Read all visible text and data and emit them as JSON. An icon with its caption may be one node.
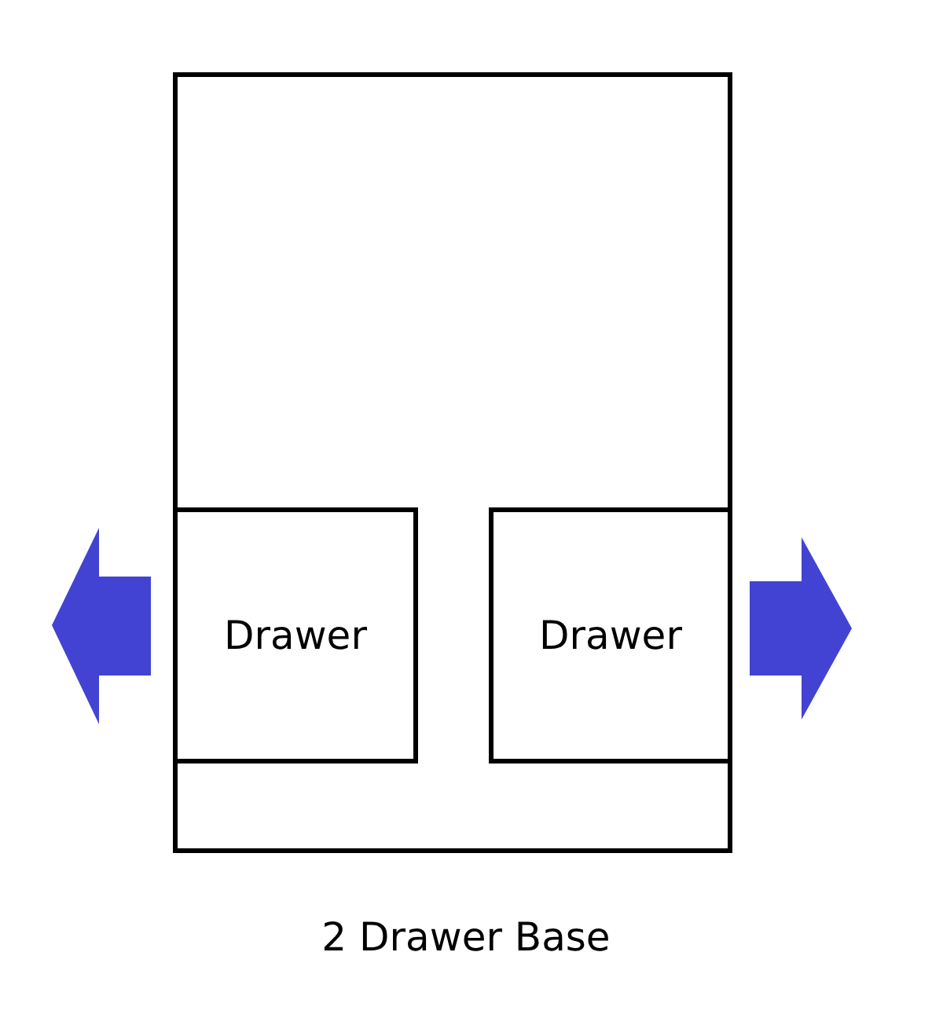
{
  "diagram": {
    "caption": "2 Drawer Base",
    "nodes": [
      {
        "text": [],
        "shape": "box"
      },
      {
        "text": [
          "Drawer"
        ],
        "in": 0
      },
      {
        "text": [
          "Drawer"
        ],
        "in": 0
      }
    ]
  }
}
